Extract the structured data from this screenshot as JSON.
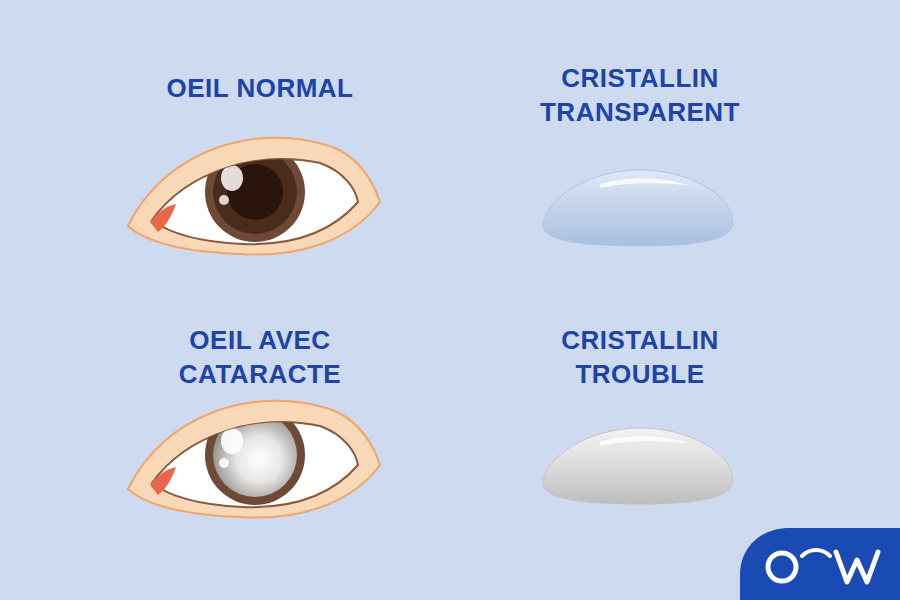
{
  "diagram": {
    "labels": [
      "OEIL NORMAL",
      "CRISTALLIN TRANSPARENT",
      "OEIL AVEC CATARACTE",
      "CRISTALLIN TROUBLE"
    ]
  }
}
